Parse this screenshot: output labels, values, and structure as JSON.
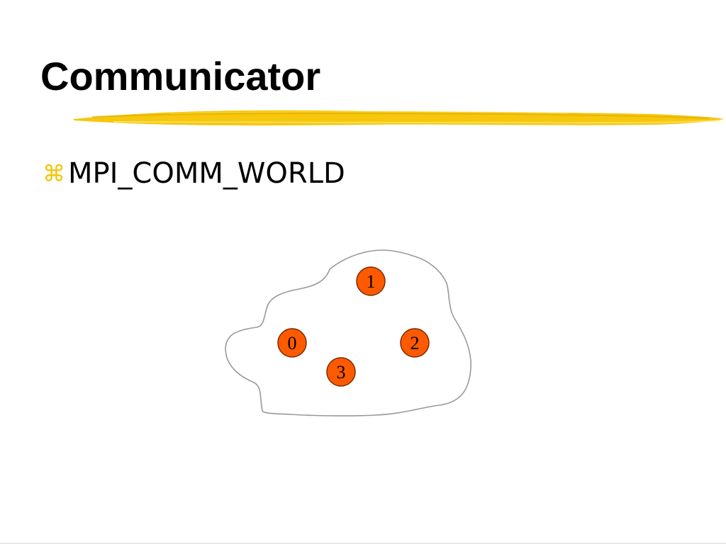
{
  "slide": {
    "title": "Communicator",
    "bullet": {
      "icon": "command-key-icon",
      "text": "MPI_COMM_WORLD"
    }
  },
  "communicator_group": {
    "processes": [
      "1",
      "0",
      "2",
      "3"
    ]
  },
  "colors": {
    "underline": "#f5c400",
    "bullet_icon": "#f5c400",
    "process_fill": "#ff5a00",
    "process_stroke": "#7a2a00",
    "blob_outline": "#999999"
  }
}
